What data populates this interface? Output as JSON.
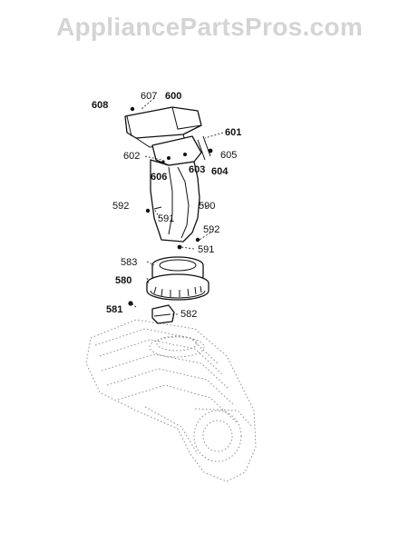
{
  "watermark": "AppliancePartsPros.com",
  "labels": {
    "p608": "608",
    "p607": "607",
    "p600": "600",
    "p601": "601",
    "p605": "605",
    "p602": "602",
    "p603": "603",
    "p604": "604",
    "p606": "606",
    "p592a": "592",
    "p591a": "591",
    "p590": "590",
    "p592b": "592",
    "p591b": "591",
    "p583": "583",
    "p580": "580",
    "p581": "581",
    "p582": "582"
  }
}
